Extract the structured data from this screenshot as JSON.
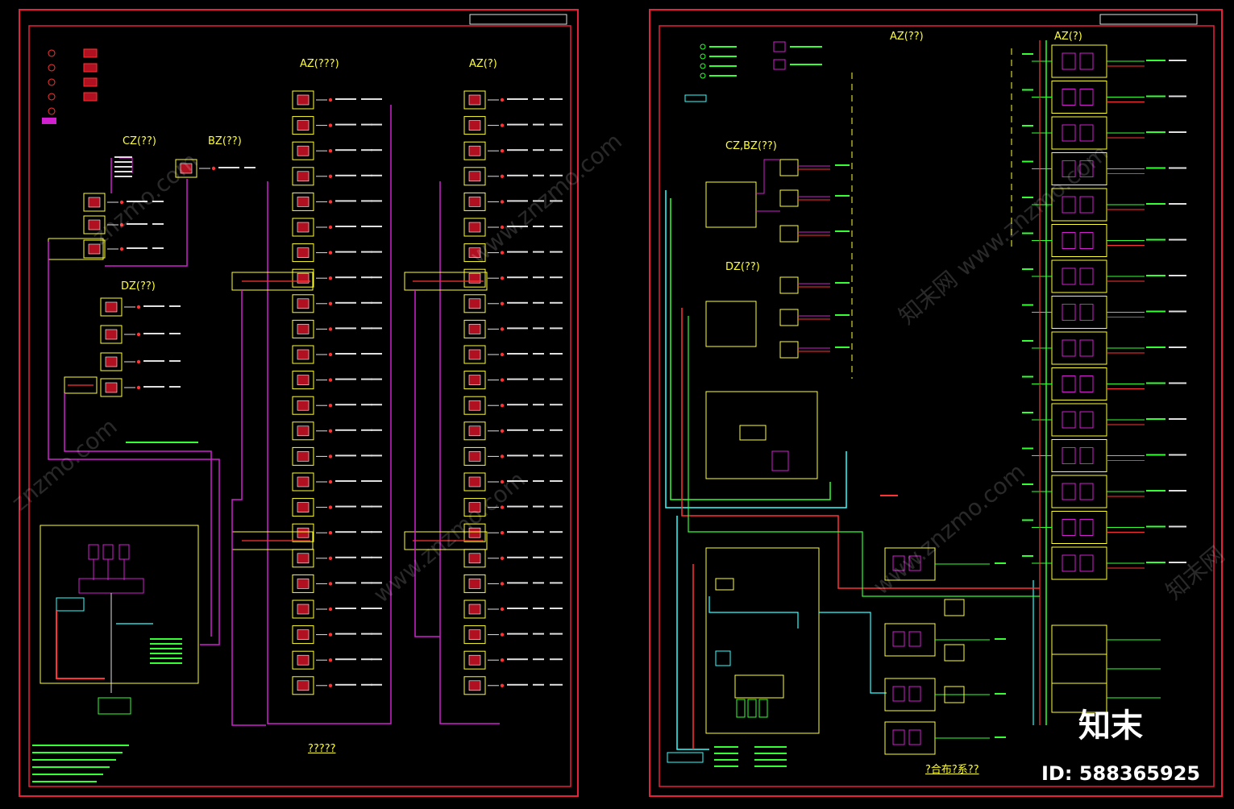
{
  "left_sheet": {
    "group_titles": {
      "az_left": "AZ(???)",
      "az_right": "AZ(?)",
      "cz": "CZ(??)",
      "bz": "BZ(??)",
      "dz": "DZ(??)"
    },
    "caption": "?????"
  },
  "right_sheet": {
    "group_titles": {
      "az_mid": "AZ(??)",
      "az_right": "AZ(?)",
      "czbz": "CZ,BZ(??)",
      "dz": "DZ(??)"
    },
    "caption": "?合布?系??"
  },
  "watermarks": [
    "www.znzmo.com",
    "知末网 www.znzmo.com",
    "znzmo.com",
    "知末网"
  ],
  "brand": "知末",
  "image_id": "ID: 588365925",
  "colors": {
    "frame": "#e8213a",
    "conduit": "#d020d0",
    "device": "#ffff33",
    "device_fill": "#b01020",
    "text_green": "#33ff33",
    "text_cyan": "#33ffff",
    "text_red": "#ff3333",
    "text_white": "#e0e0e0"
  }
}
